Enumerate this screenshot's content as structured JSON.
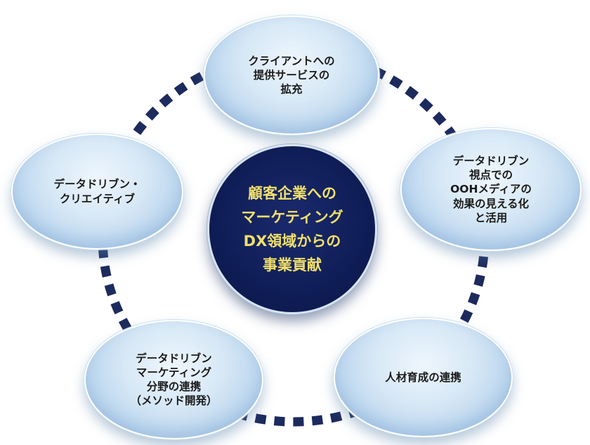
{
  "center": {
    "text": "顧客企業への\nマーケティング\nDX領域からの\n事業貢献"
  },
  "nodes": {
    "top": "クライアントへの\n提供サービスの\n拡充",
    "right": "データドリブン\n視点での\nOOHメディアの\n効果の見える化\nと活用",
    "bottom_right": "人材育成の連携",
    "bottom_left": "データドリブン\nマーケティング\n分野の連携\n（メソッド開発）",
    "left": "データドリブン・\nクリエイティブ"
  },
  "colors": {
    "center_fill": "#0f1d56",
    "center_text": "#f2e06a",
    "node_fill": "#c8def2",
    "dash_color": "#1c2a5e"
  }
}
